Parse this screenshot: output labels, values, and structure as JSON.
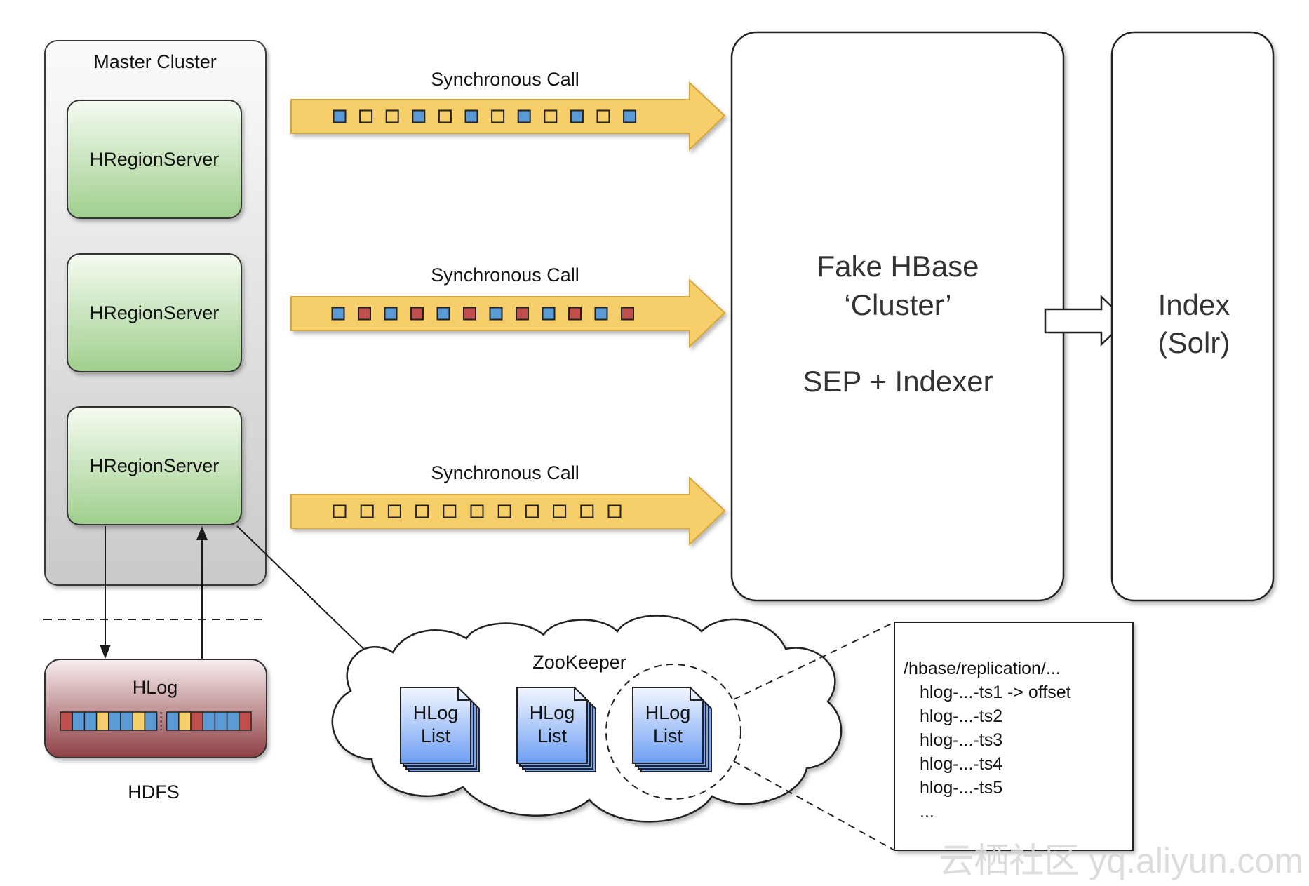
{
  "master_cluster": {
    "title": "Master Cluster",
    "servers": [
      "HRegionServer",
      "HRegionServer",
      "HRegionServer"
    ]
  },
  "hdfs": {
    "hlog_label": "HLog",
    "label": "HDFS"
  },
  "calls": [
    {
      "label": "Synchronous Call",
      "squares": [
        "blue",
        "yellow",
        "yellow",
        "blue",
        "yellow",
        "blue",
        "yellow",
        "blue",
        "yellow",
        "blue",
        "yellow",
        "blue"
      ]
    },
    {
      "label": "Synchronous Call",
      "squares": [
        "blue",
        "red",
        "blue",
        "red",
        "blue",
        "red",
        "blue",
        "red",
        "blue",
        "red",
        "blue",
        "red"
      ]
    },
    {
      "label": "Synchronous Call",
      "squares": [
        "yellow",
        "yellow",
        "yellow",
        "yellow",
        "yellow",
        "yellow",
        "yellow",
        "yellow",
        "yellow",
        "yellow",
        "yellow"
      ]
    }
  ],
  "fake_hbase": {
    "line1": "Fake HBase",
    "line2": "‘Cluster’",
    "line3": "SEP + Indexer"
  },
  "index": {
    "line1": "Index",
    "line2": "(Solr)"
  },
  "zookeeper": {
    "label": "ZooKeeper",
    "lists": [
      {
        "line1": "HLog",
        "line2": "List"
      },
      {
        "line1": "HLog",
        "line2": "List"
      },
      {
        "line1": "HLog",
        "line2": "List"
      }
    ]
  },
  "replication_note": {
    "lines": [
      "/hbase/replication/...",
      "hlog-...-ts1 -> offset",
      "hlog-...-ts2",
      "hlog-...-ts3",
      "hlog-...-ts4",
      "hlog-...-ts5",
      "..."
    ]
  },
  "watermark": "云栖社区 yq.aliyun.com",
  "colors": {
    "arrow_fill": "#f6cf6b",
    "arrow_stroke": "#d9a93a",
    "square_blue": "#5b9bd5",
    "square_red": "#c0504d",
    "square_yellow": "#f6cf6b",
    "server_green_top": "#f3faef",
    "server_green_bottom": "#a9d49a",
    "hlog_list_blue": "#7aa6f5"
  }
}
